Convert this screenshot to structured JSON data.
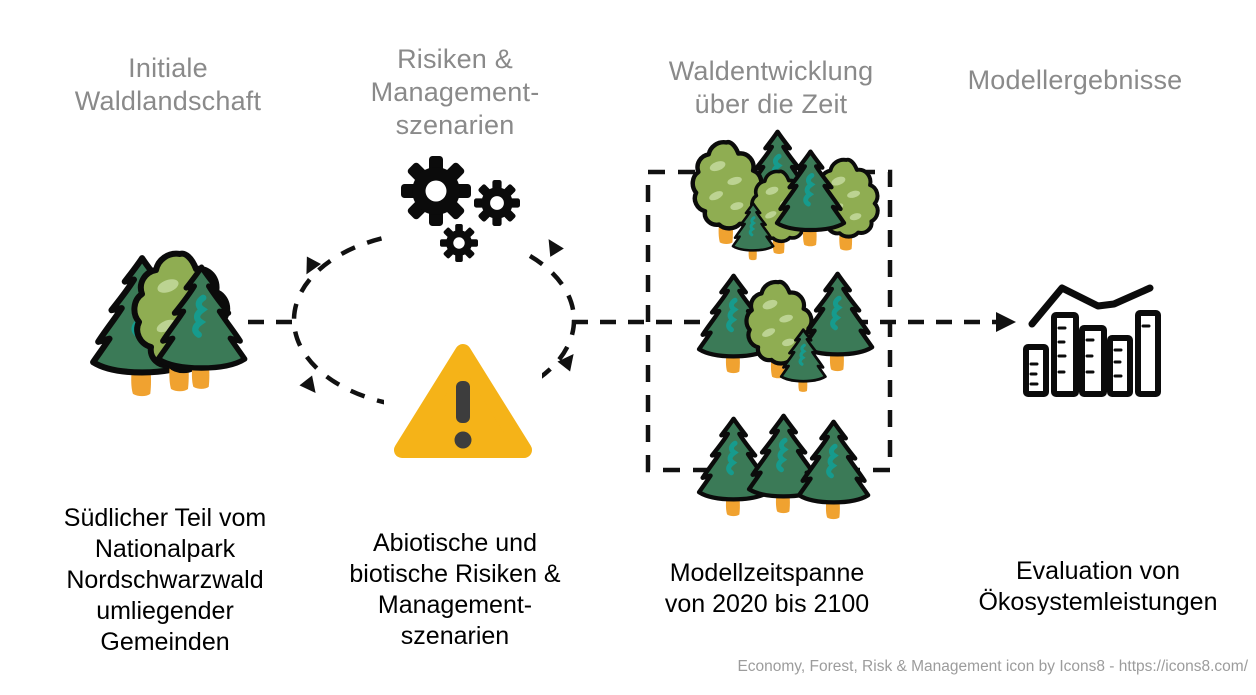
{
  "diagram_title": "Forest model workflow diagram",
  "columns": [
    {
      "id": "initial-forest",
      "header": [
        "Initiale",
        "Waldlandschaft"
      ],
      "caption": [
        "Südlicher Teil vom",
        "Nationalpark",
        "Nordschwarzwald",
        "umliegender",
        "Gemeinden"
      ],
      "icon": "forest-icon"
    },
    {
      "id": "risk-management",
      "header": [
        "Risiken &",
        "Management-",
        "szenarien"
      ],
      "caption": [
        "Abiotische und",
        "biotische Risiken &",
        "Management-",
        "szenarien"
      ],
      "icon": "gears-warning-cycle-icon"
    },
    {
      "id": "forest-development",
      "header": [
        "Waldentwicklung",
        "über die Zeit"
      ],
      "caption": [
        "Modellzeitspanne",
        "von 2020 bis 2100"
      ],
      "icon": "forest-timesteps-icon"
    },
    {
      "id": "model-results",
      "header": [
        "Modellergebnisse"
      ],
      "caption": [
        "Evaluation von",
        "Ökosystemleistungen"
      ],
      "icon": "bar-chart-icon"
    }
  ],
  "attribution": "Economy, Forest, Risk & Management icon by Icons8 - https://icons8.com/",
  "colors": {
    "header_gray": "#8a8a8a",
    "caption_black": "#000000",
    "attribution_gray": "#9c9c9c",
    "conifer_green": "#3b7a57",
    "conifer_squiggle_teal": "#169b8d",
    "deciduous_green": "#8fad52",
    "deciduous_spot_green": "#bcd392",
    "trunk_orange": "#f0a230",
    "warning_amber": "#f5b318",
    "warning_exclamation": "#3d3d3d",
    "line_black": "#111111"
  }
}
